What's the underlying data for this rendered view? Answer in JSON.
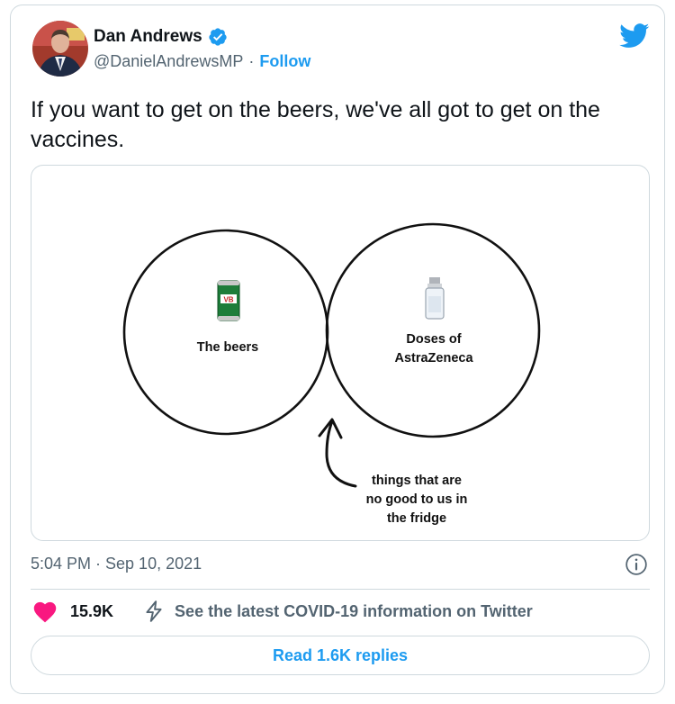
{
  "author": {
    "name": "Dan Andrews",
    "handle": "@DanielAndrewsMP",
    "separator": "·",
    "follow_label": "Follow",
    "verified_icon": "verified-badge-icon"
  },
  "tweet": {
    "text": "If you want to get on the beers, we've all got to get on the vaccines.",
    "timestamp": "5:04 PM · Sep 10, 2021"
  },
  "image": {
    "left_label": "The beers",
    "right_label_line1": "Doses of",
    "right_label_line2": "AstraZeneca",
    "arrow_label_line1": "things that are",
    "arrow_label_line2": "no good to us in",
    "arrow_label_line3": "the fridge",
    "can_label": "VB"
  },
  "actions": {
    "likes": "15.9K",
    "covid_link": "See the latest COVID-19 information on Twitter",
    "replies_button": "Read 1.6K replies"
  },
  "colors": {
    "brand_blue": "#1d9bf0",
    "heart_pink": "#f91880",
    "text_gray": "#536471",
    "border": "#cfd9de"
  }
}
